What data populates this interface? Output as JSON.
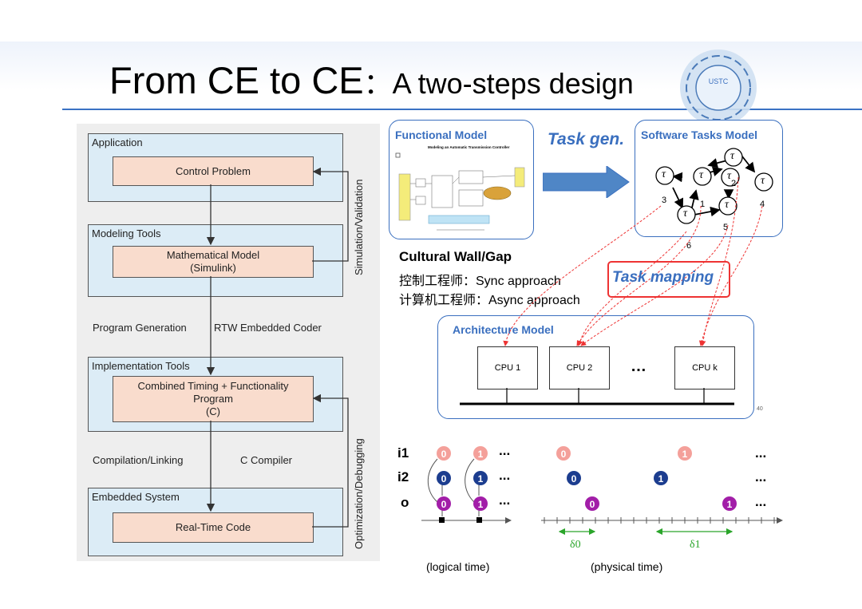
{
  "slide": {
    "title_main": "From CE to CE",
    "title_sep": "：",
    "title_sub": "A two-steps design",
    "logo_text": "USTC"
  },
  "left_diagram": {
    "application_label": "Application",
    "control_problem": "Control Problem",
    "modeling_tools_label": "Modeling Tools",
    "math_model_line1": "Mathematical Model",
    "math_model_line2": "(Simulink)",
    "program_generation": "Program Generation",
    "rtw_coder": "RTW Embedded Coder",
    "implementation_tools_label": "Implementation Tools",
    "combined_line1": "Combined Timing + Functionality",
    "combined_line2": "Program",
    "combined_line3": "(C)",
    "compilation_linking": "Compilation/Linking",
    "c_compiler": "C Compiler",
    "embedded_system_label": "Embedded System",
    "real_time_code": "Real-Time Code",
    "simulation_validation": "Simulation/Validation",
    "optimization_debugging": "Optimization/Debugging"
  },
  "functional_model": {
    "title": "Functional Model",
    "inner_title": "Modeling an Automatic Transmission Controller"
  },
  "task_gen_label": "Task gen.",
  "software_tasks_model": {
    "title": "Software Tasks Model",
    "tau": "τ",
    "node_numbers": [
      "3",
      "1",
      "2",
      "4",
      "6",
      "5"
    ]
  },
  "cultural": {
    "heading": "Cultural Wall/Gap",
    "line1": "控制工程师：Sync approach",
    "line2": "计算机工程师：Async approach"
  },
  "task_mapping_label": "Task mapping",
  "architecture_model": {
    "title": "Architecture Model",
    "cpus": [
      "CPU 1",
      "CPU 2",
      "CPU k"
    ],
    "ellipsis": "…",
    "page_number": "40"
  },
  "timing": {
    "row_labels": [
      "i1",
      "i2",
      "o"
    ],
    "token0": "0",
    "token1": "1",
    "dots": "...",
    "delta0": "δ0",
    "delta1": "δ1",
    "logical_time": "(logical time)",
    "physical_time": "(physical time)",
    "colors": {
      "i1": "#f4a09a",
      "i2": "#1c3d8f",
      "o": "#a21ea8",
      "delta": "#2aa52a"
    }
  }
}
